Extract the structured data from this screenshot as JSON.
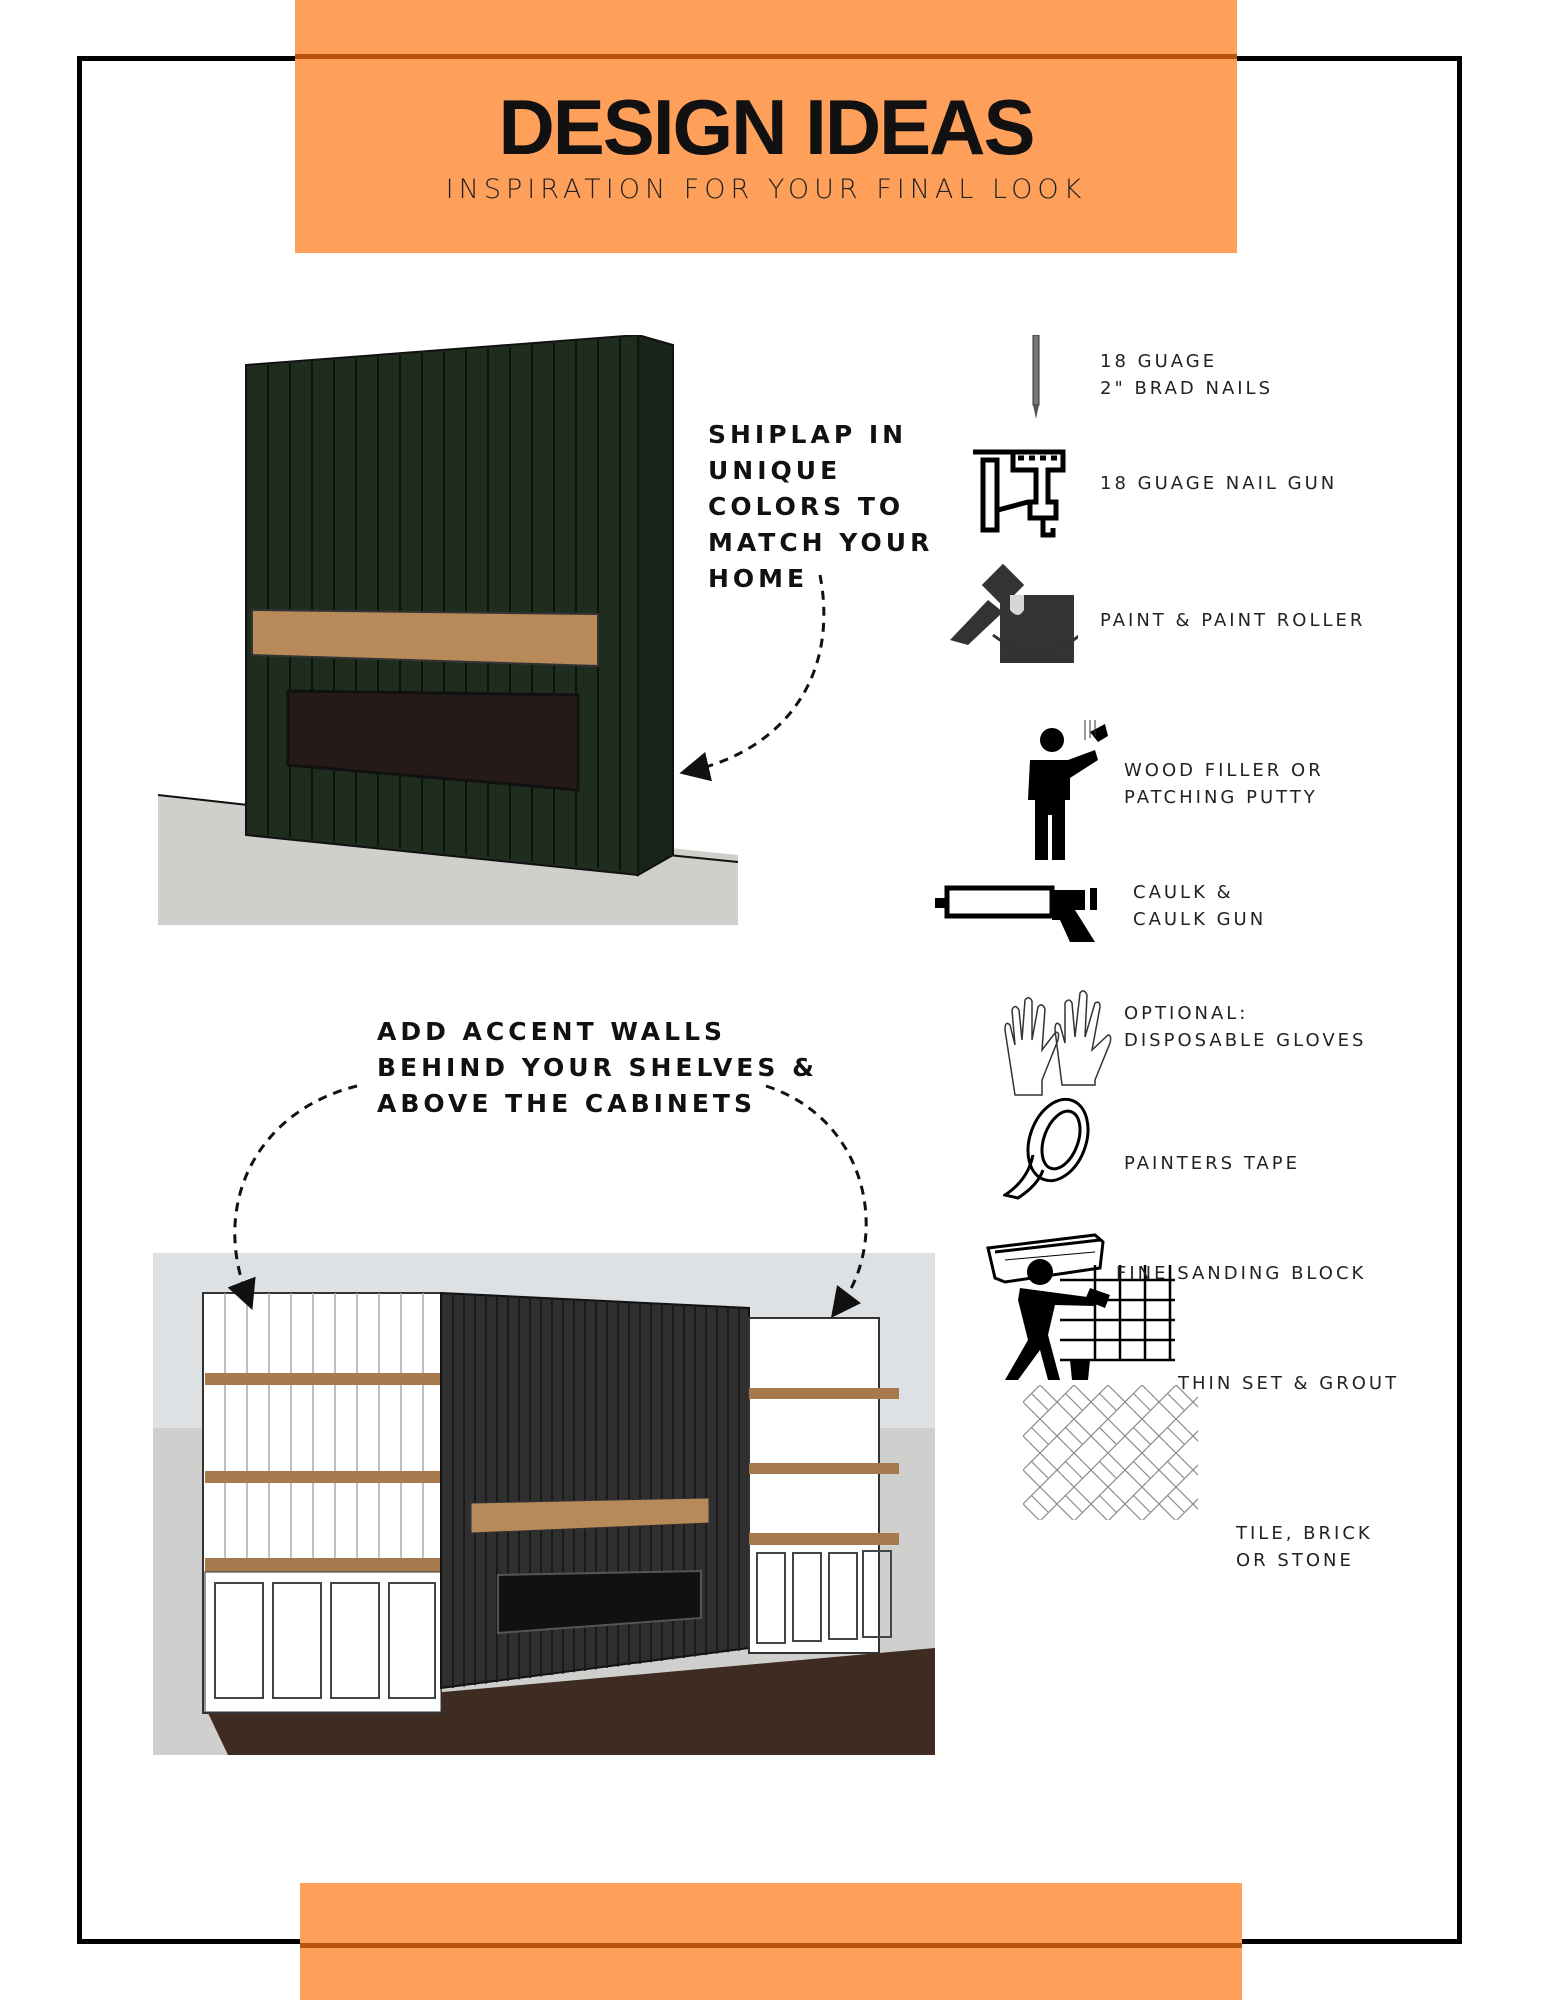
{
  "header": {
    "title": "DESIGN IDEAS",
    "subtitle": "INSPIRATION FOR YOUR FINAL LOOK"
  },
  "callouts": {
    "shiplap": [
      "SHIPLAP IN",
      "UNIQUE",
      "COLORS TO",
      "MATCH YOUR",
      "HOME"
    ],
    "accent": [
      "ADD ACCENT WALLS",
      "BEHIND YOUR SHELVES &",
      "ABOVE THE CABINETS"
    ]
  },
  "supplies": [
    {
      "icon": "brad-nail-icon",
      "lines": [
        "18 GUAGE",
        "2\" BRAD NAILS"
      ]
    },
    {
      "icon": "nail-gun-icon",
      "lines": [
        "18 GUAGE NAIL GUN"
      ]
    },
    {
      "icon": "paint-bucket-icon",
      "lines": [
        "PAINT & PAINT ROLLER"
      ]
    },
    {
      "icon": "wood-filler-person-icon",
      "lines": [
        "WOOD FILLER OR",
        "PATCHING PUTTY"
      ]
    },
    {
      "icon": "caulk-gun-icon",
      "lines": [
        "CAULK &",
        "CAULK GUN"
      ]
    },
    {
      "icon": "gloves-icon",
      "lines": [
        "OPTIONAL:",
        "DISPOSABLE GLOVES"
      ]
    },
    {
      "icon": "tape-icon",
      "lines": [
        "PAINTERS TAPE"
      ]
    },
    {
      "icon": "sanding-block-icon",
      "lines": [
        "FINE SANDING BLOCK"
      ]
    },
    {
      "icon": "tiling-person-icon",
      "lines": [
        "THIN SET & GROUT"
      ]
    },
    {
      "icon": "herringbone-tile-icon",
      "lines": [
        "TILE, BRICK",
        "OR STONE"
      ]
    }
  ],
  "colors": {
    "accent_orange": "#fea05a",
    "accent_rule": "#b8520c",
    "shiplap_green": "#1f2d1e",
    "wood": "#b88a5a"
  }
}
